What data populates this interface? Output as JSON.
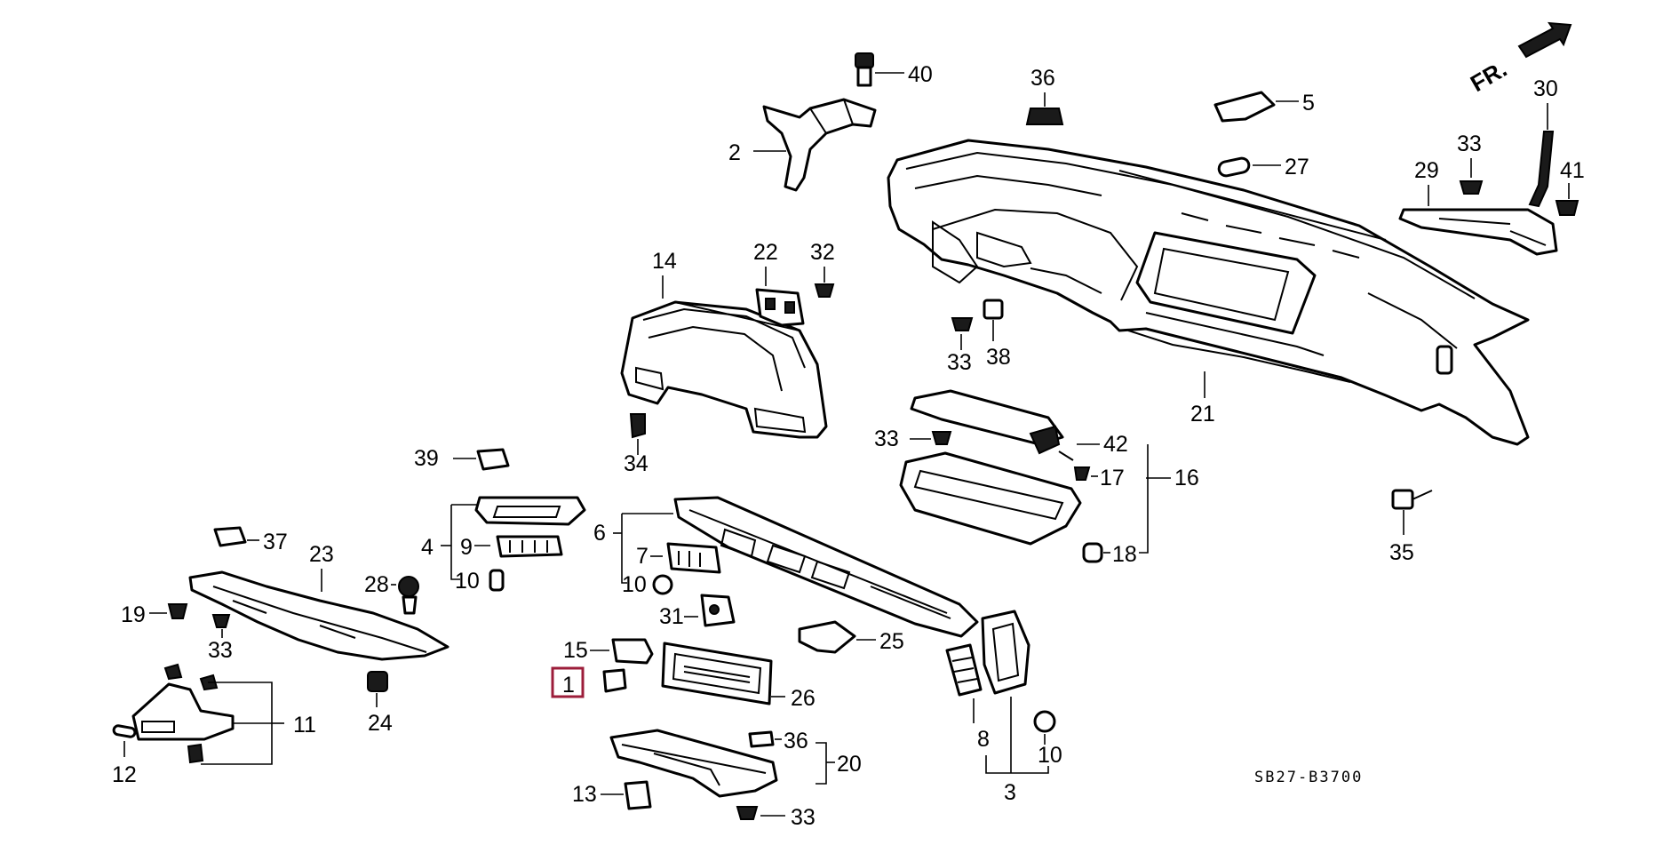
{
  "diagram": {
    "code": "SB27-B3700",
    "direction": "FR.",
    "highlight_color": "#9c1d3a",
    "callouts": {
      "c40": "40",
      "c36a": "36",
      "c5": "5",
      "c30": "30",
      "c2": "2",
      "c27": "27",
      "c33a": "33",
      "c29": "29",
      "c41": "41",
      "c14": "14",
      "c22": "22",
      "c32": "32",
      "c33b": "33",
      "c38": "38",
      "c21": "21",
      "c39": "39",
      "c34": "34",
      "c33c": "33",
      "c42": "42",
      "c17": "17",
      "c16": "16",
      "c37": "37",
      "c23": "23",
      "c4": "4",
      "c9": "9",
      "c10a": "10",
      "c6": "6",
      "c7": "7",
      "c10b": "10",
      "c18": "18",
      "c35": "35",
      "c28": "28",
      "c19": "19",
      "c33d": "33",
      "c31": "31",
      "c25": "25",
      "c15": "15",
      "c1": "1",
      "c26": "26",
      "c24": "24",
      "c11": "11",
      "c12": "12",
      "c36b": "36",
      "c20": "20",
      "c8": "8",
      "c10c": "10",
      "c13": "13",
      "c33e": "33",
      "c3": "3"
    }
  }
}
